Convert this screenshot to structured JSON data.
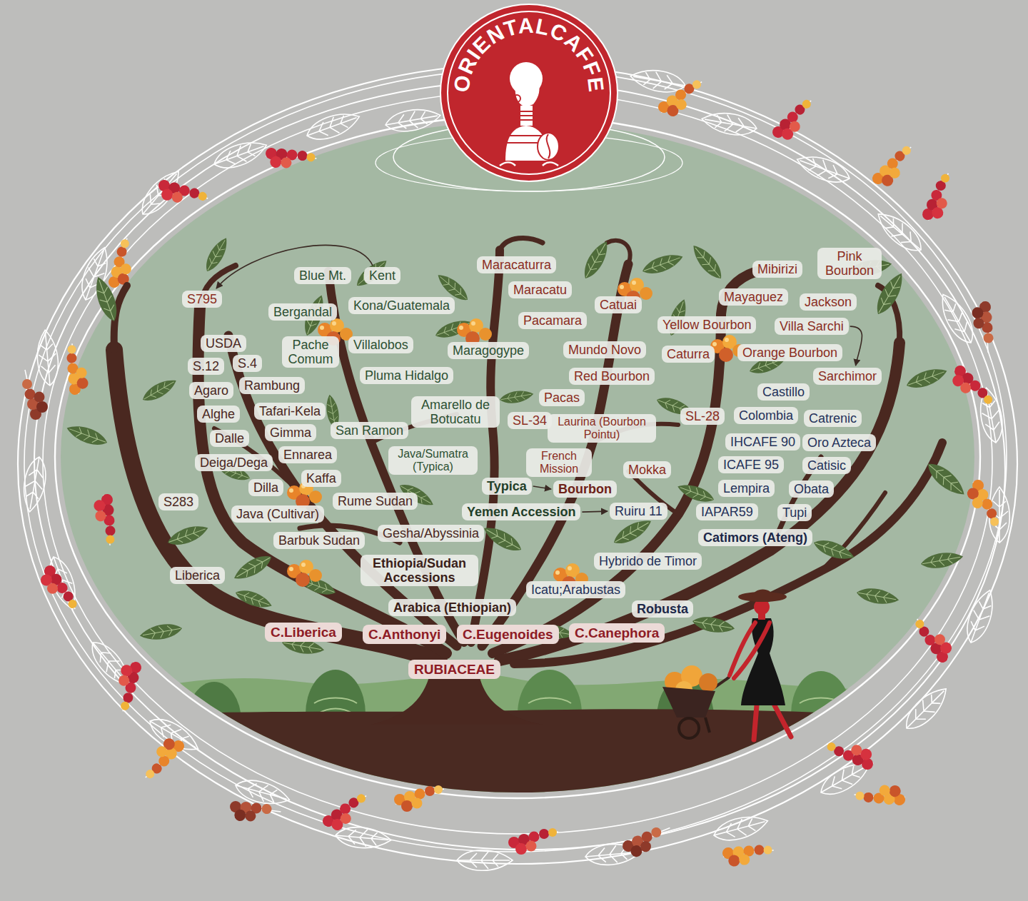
{
  "diagram": {
    "nodes": [
      {
        "text": [
          "Maracaturra"
        ]
      },
      {
        "text": [
          "Mibirizi"
        ]
      },
      {
        "text": [
          "Pink Bourbon"
        ]
      },
      {
        "text": [
          "Blue Mt."
        ]
      },
      {
        "text": [
          "Kent"
        ]
      },
      {
        "text": [
          "Maracatu"
        ]
      },
      {
        "text": [
          "Mayaguez"
        ]
      },
      {
        "text": [
          "S795"
        ]
      },
      {
        "text": [
          "Jackson"
        ]
      },
      {
        "text": [
          "Catuai"
        ]
      },
      {
        "text": [
          "Kona/Guatemala"
        ]
      },
      {
        "text": [
          "Bergandal"
        ]
      },
      {
        "text": [
          "Pacamara"
        ]
      },
      {
        "text": [
          "Yellow Bourbon"
        ]
      },
      {
        "text": [
          "Villa Sarchi"
        ]
      },
      {
        "text": [
          "USDA"
        ]
      },
      {
        "text": [
          "Villalobos"
        ]
      },
      {
        "text": [
          "Pache Comum"
        ]
      },
      {
        "text": [
          "Maragogype"
        ]
      },
      {
        "text": [
          "Mundo Novo"
        ]
      },
      {
        "text": [
          "Caturra"
        ]
      },
      {
        "text": [
          "Orange Bourbon"
        ]
      },
      {
        "text": [
          "S.4"
        ]
      },
      {
        "text": [
          "S.12"
        ]
      },
      {
        "text": [
          "Pluma Hidalgo"
        ]
      },
      {
        "text": [
          "Red Bourbon"
        ]
      },
      {
        "text": [
          "Sarchimor"
        ]
      },
      {
        "text": [
          "Rambung"
        ]
      },
      {
        "text": [
          "Agaro"
        ]
      },
      {
        "text": [
          "Castillo"
        ]
      },
      {
        "text": [
          "Pacas"
        ]
      },
      {
        "text": [
          "Amarello de Botucatu"
        ]
      },
      {
        "text": [
          "Tafari-Kela"
        ]
      },
      {
        "text": [
          "Alghe"
        ]
      },
      {
        "text": [
          "SL-28"
        ]
      },
      {
        "text": [
          "Colombia"
        ]
      },
      {
        "text": [
          "Catrenic"
        ]
      },
      {
        "text": [
          "SL-34"
        ]
      },
      {
        "text": [
          "Laurina (Bourbon Pointu)"
        ]
      },
      {
        "text": [
          "Gimma"
        ]
      },
      {
        "text": [
          "San Ramon"
        ]
      },
      {
        "text": [
          "Dalle"
        ]
      },
      {
        "text": [
          "IHCAFE 90"
        ]
      },
      {
        "text": [
          "Oro Azteca"
        ]
      },
      {
        "text": [
          "Ennarea"
        ]
      },
      {
        "text": [
          "Java/Sumatra (Typica)"
        ]
      },
      {
        "text": [
          "French Mission"
        ]
      },
      {
        "text": [
          "Deiga/Dega"
        ]
      },
      {
        "text": [
          "ICAFE 95"
        ]
      },
      {
        "text": [
          "Catisic"
        ]
      },
      {
        "text": [
          "Mokka"
        ]
      },
      {
        "text": [
          "Kaffa"
        ]
      },
      {
        "text": [
          "Typica"
        ]
      },
      {
        "text": [
          "Bourbon"
        ]
      },
      {
        "text": [
          "Dilla"
        ]
      },
      {
        "text": [
          "Lempira"
        ]
      },
      {
        "text": [
          "Obata"
        ]
      },
      {
        "text": [
          "S283"
        ]
      },
      {
        "text": [
          "Rume Sudan"
        ]
      },
      {
        "text": [
          "Yemen Accession"
        ]
      },
      {
        "text": [
          "Ruiru 11"
        ]
      },
      {
        "text": [
          "IAPAR59"
        ]
      },
      {
        "text": [
          "Tupi"
        ]
      },
      {
        "text": [
          "Java (Cultivar)"
        ]
      },
      {
        "text": [
          "Gesha/Abyssinia"
        ]
      },
      {
        "text": [
          "Catimors (Ateng)"
        ]
      },
      {
        "text": [
          "Barbuk Sudan"
        ]
      },
      {
        "text": [
          "Hybrido de Timor"
        ]
      },
      {
        "text": [
          "Ethiopia/Sudan Accessions"
        ]
      },
      {
        "text": [
          "Liberica"
        ]
      },
      {
        "text": [
          "Icatu;Arabustas"
        ]
      },
      {
        "text": [
          "Arabica (Ethiopian)"
        ]
      },
      {
        "text": [
          "Robusta"
        ]
      },
      {
        "text": [
          "C.Liberica"
        ]
      },
      {
        "text": [
          "C.Anthonyi"
        ]
      },
      {
        "text": [
          "C.Eugenoides"
        ]
      },
      {
        "text": [
          "C.Canephora"
        ]
      },
      {
        "text": [
          "RUBIACEAE"
        ]
      }
    ],
    "edges": [
      {
        "from": 4,
        "to": 7,
        "arrow": "to"
      },
      {
        "from": 14,
        "to": 26,
        "arrow": "to"
      },
      {
        "from": 52,
        "to": 53,
        "arrow": "to"
      },
      {
        "from": 59,
        "to": 60,
        "arrow": "to"
      }
    ],
    "labels": [
      "ORIENTALCAFFE"
    ]
  }
}
